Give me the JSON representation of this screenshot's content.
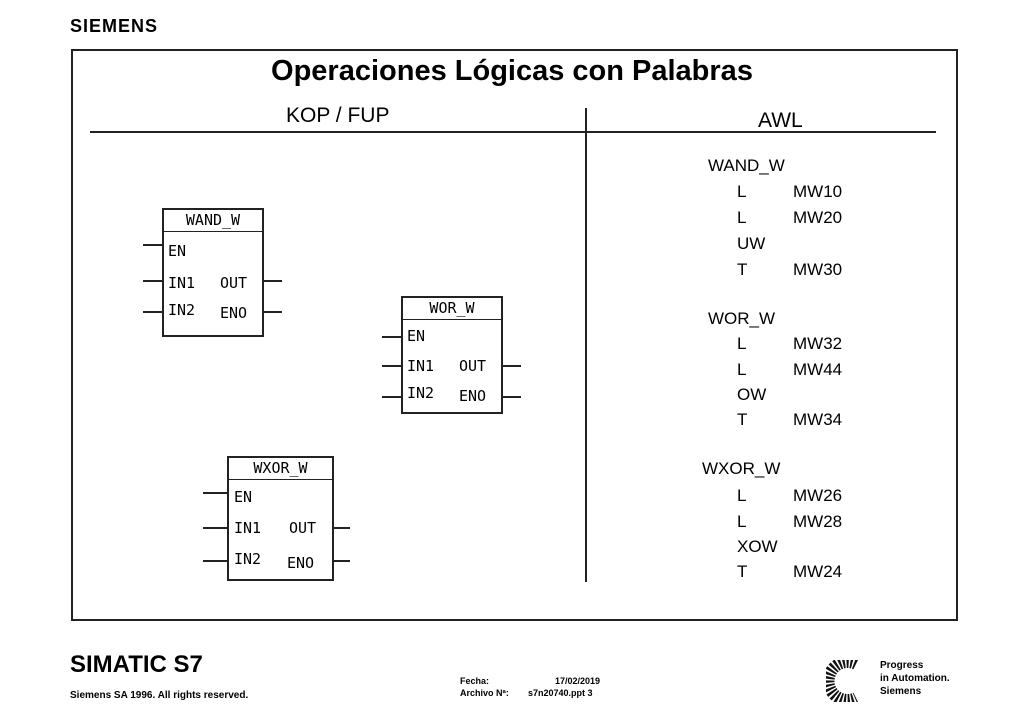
{
  "header": {
    "brand": "SIEMENS"
  },
  "slide": {
    "title": "Operaciones Lógicas con Palabras",
    "left_heading": "KOP / FUP",
    "right_heading": "AWL"
  },
  "fbd_blocks": [
    {
      "title": "WAND_W",
      "en": "EN",
      "in1": "IN1",
      "in2": "IN2",
      "out": "OUT",
      "eno": "ENO"
    },
    {
      "title": "WOR_W",
      "en": "EN",
      "in1": "IN1",
      "in2": "IN2",
      "out": "OUT",
      "eno": "ENO"
    },
    {
      "title": "WXOR_W",
      "en": "EN",
      "in1": "IN1",
      "in2": "IN2",
      "out": "OUT",
      "eno": "ENO"
    }
  ],
  "awl_groups": [
    {
      "name": "WAND_W",
      "lines": [
        {
          "op": "L",
          "arg": "MW10"
        },
        {
          "op": "L",
          "arg": "MW20"
        },
        {
          "op": "UW",
          "arg": ""
        },
        {
          "op": "T",
          "arg": "MW30"
        }
      ]
    },
    {
      "name": "WOR_W",
      "lines": [
        {
          "op": "L",
          "arg": "MW32"
        },
        {
          "op": "L",
          "arg": "MW44"
        },
        {
          "op": "OW",
          "arg": ""
        },
        {
          "op": "T",
          "arg": "MW34"
        }
      ]
    },
    {
      "name": "WXOR_W",
      "lines": [
        {
          "op": "L",
          "arg": "MW26"
        },
        {
          "op": "L",
          "arg": "MW28"
        },
        {
          "op": "XOW",
          "arg": ""
        },
        {
          "op": "T",
          "arg": "MW24"
        }
      ]
    }
  ],
  "footer": {
    "product": "SIMATIC S7",
    "copyright": "Siemens SA 1996. All rights reserved.",
    "fecha_label": "Fecha:",
    "fecha_value": "17/02/2019",
    "archivo_label": "Archivo Nª:",
    "archivo_value": "s7n20740.ppt 3",
    "slogan": [
      "Progress",
      "in Automation.",
      "Siemens"
    ]
  }
}
